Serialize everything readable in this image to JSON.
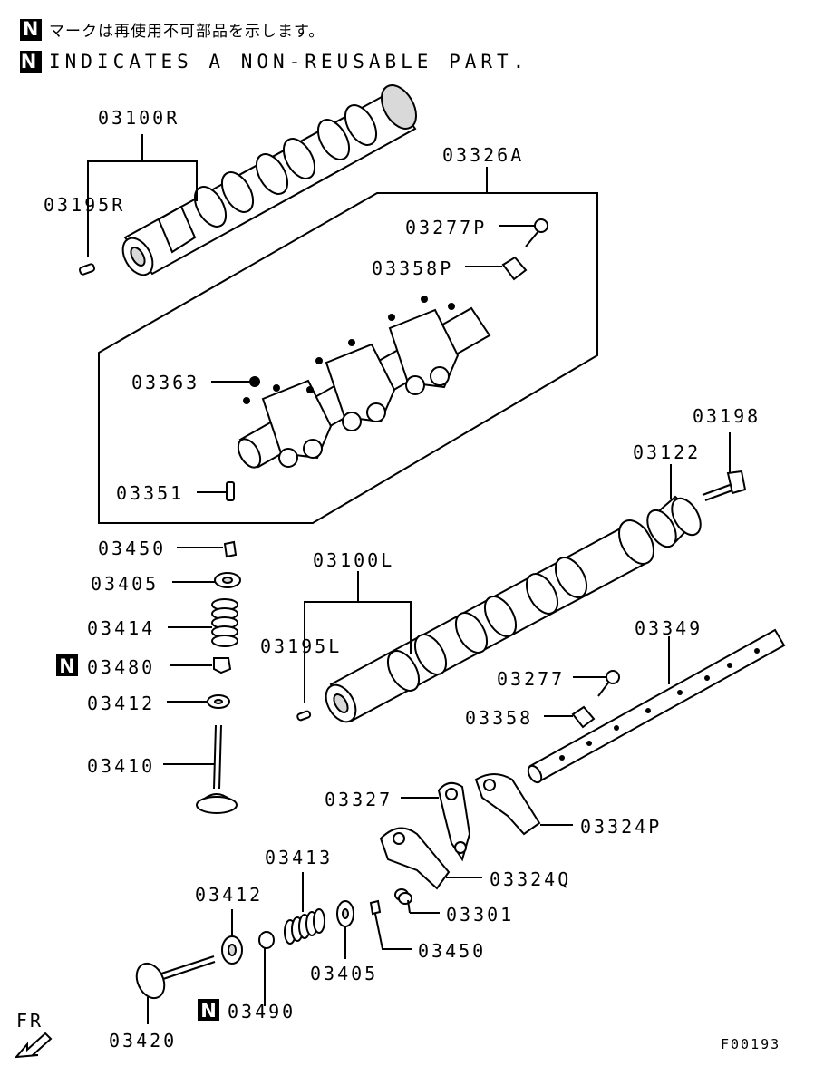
{
  "header": {
    "jp_text": "マークは再使用不可部品を示します。",
    "en_text": "INDICATES A NON-REUSABLE PART.",
    "badge_letter": "N"
  },
  "labels": {
    "p03100R": "03100R",
    "p03195R": "03195R",
    "p03326A": "03326A",
    "p03277P": "03277P",
    "p03358P": "03358P",
    "p03363": "03363",
    "p03351": "03351",
    "p03198": "03198",
    "p03122": "03122",
    "p03450a": "03450",
    "p03405a": "03405",
    "p03414": "03414",
    "p03480": "03480",
    "p03412a": "03412",
    "p03410": "03410",
    "p03100L": "03100L",
    "p03195L": "03195L",
    "p03349": "03349",
    "p03277": "03277",
    "p03358": "03358",
    "p03327": "03327",
    "p03324P": "03324P",
    "p03324Q": "03324Q",
    "p03413": "03413",
    "p03412b": "03412",
    "p03301": "03301",
    "p03450b": "03450",
    "p03405b": "03405",
    "p03490": "03490",
    "p03420": "03420"
  },
  "direction_label": "FR",
  "figure_code": "F00193"
}
